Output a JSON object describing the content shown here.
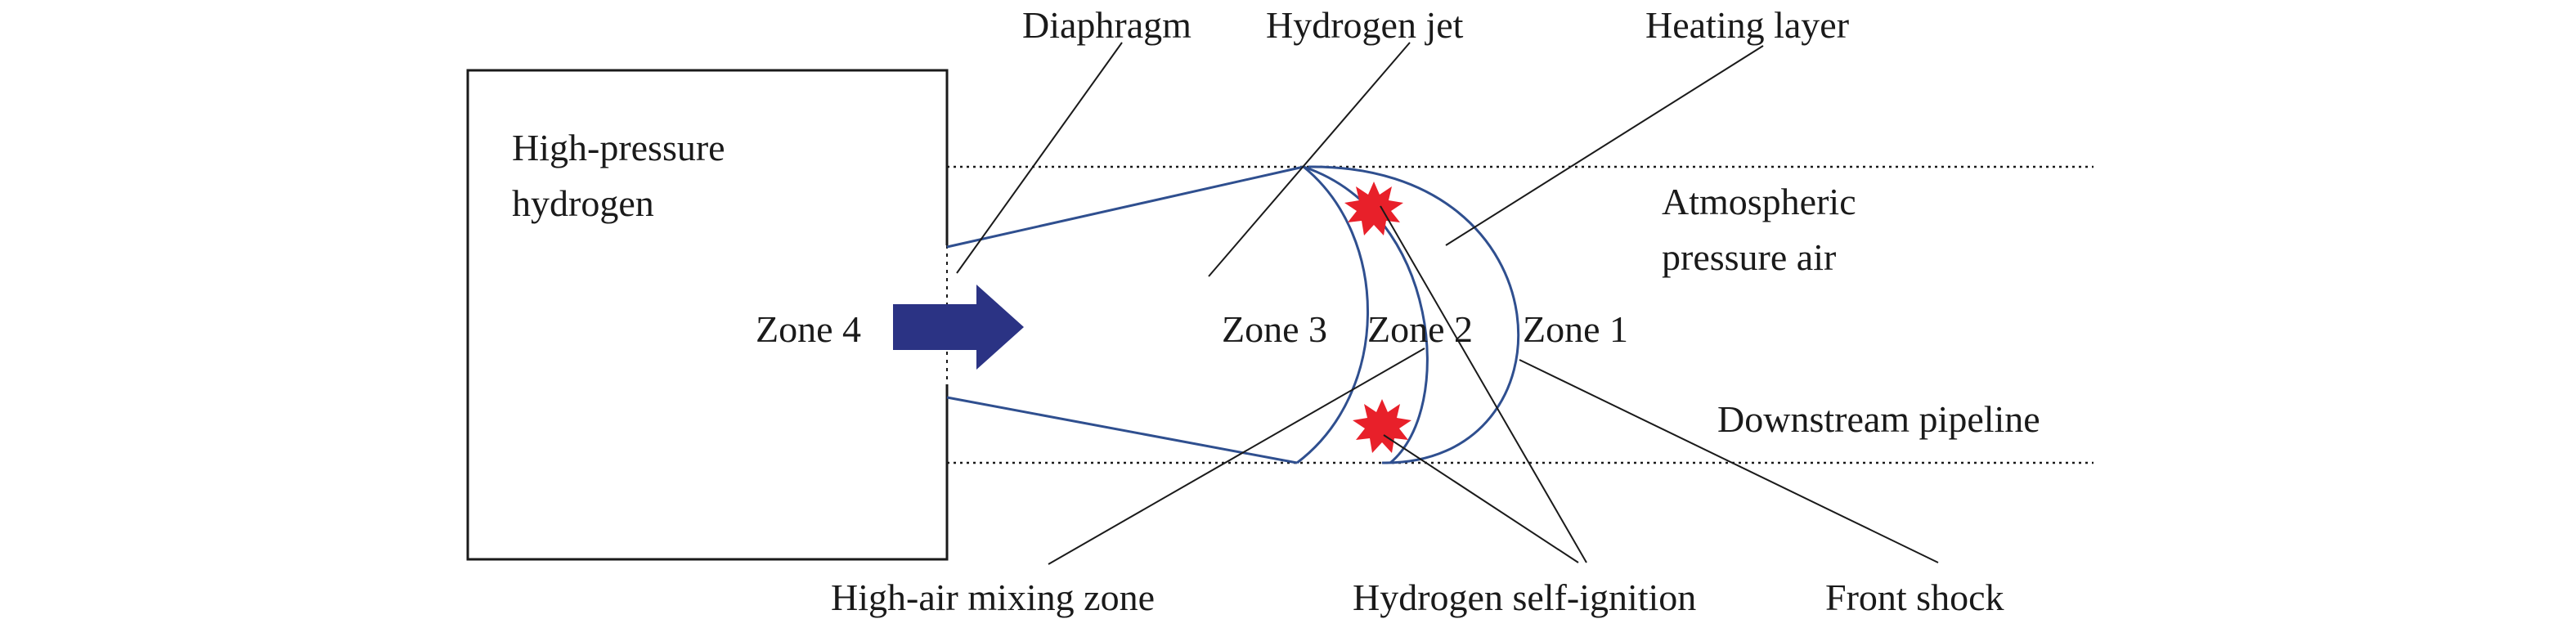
{
  "labels": {
    "high_pressure_line1": "High-pressure",
    "high_pressure_line2": "hydrogen",
    "diaphragm": "Diaphragm",
    "hydrogen_jet": "Hydrogen jet",
    "heating_layer": "Heating layer",
    "atmospheric_line1": "Atmospheric",
    "atmospheric_line2": "pressure air",
    "zone4": "Zone 4",
    "zone3": "Zone 3",
    "zone2": "Zone 2",
    "zone1": "Zone 1",
    "downstream_pipeline": "Downstream pipeline",
    "mixing_zone": "High-air mixing zone",
    "self_ignition": "Hydrogen self-ignition",
    "front_shock": "Front shock"
  },
  "colors": {
    "jet_outline": "#2f4f8f",
    "arrow": "#2b3384",
    "ignition": "#e8202a",
    "leader_line": "#1a1a1a"
  },
  "icons": [
    "flow-arrow-icon",
    "ignition-burst-icon"
  ]
}
